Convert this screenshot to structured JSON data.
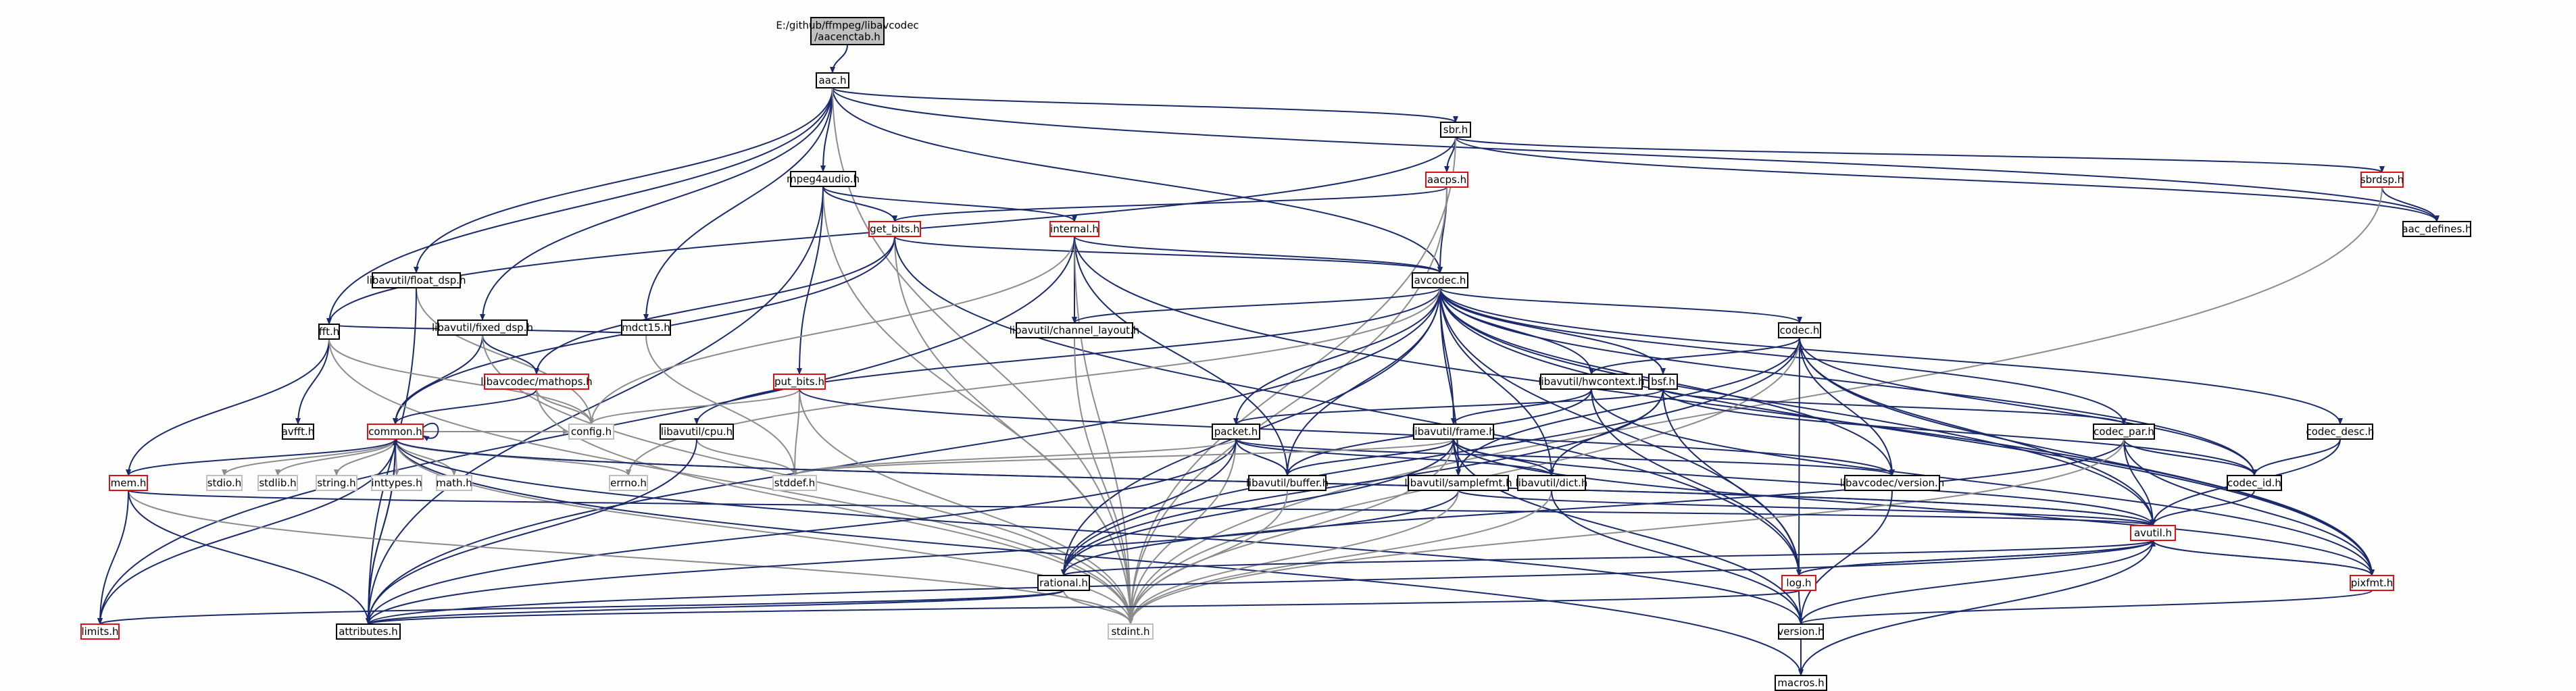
{
  "diagram": {
    "colors": {
      "edge": "#1a2a6c",
      "edge_system": "#8c8c8c",
      "node_border": "#000000",
      "node_border_red": "#e01010",
      "node_border_gray": "#bfbfbf",
      "root_fill": "#bfbfbf",
      "node_fill": "#ffffff",
      "text": "#000000"
    },
    "nodes": [
      {
        "id": "root",
        "label": "E:/github/ffmpeg/libavcodec\n/aacenctab.h",
        "style": "root"
      },
      {
        "id": "aac",
        "label": "aac.h",
        "style": "black"
      },
      {
        "id": "sbr",
        "label": "sbr.h",
        "style": "black"
      },
      {
        "id": "mpeg4audio",
        "label": "mpeg4audio.h",
        "style": "black"
      },
      {
        "id": "aacps",
        "label": "aacps.h",
        "style": "red"
      },
      {
        "id": "sbrdsp",
        "label": "sbrdsp.h",
        "style": "red"
      },
      {
        "id": "aac_defines",
        "label": "aac_defines.h",
        "style": "black"
      },
      {
        "id": "get_bits",
        "label": "get_bits.h",
        "style": "red"
      },
      {
        "id": "internal",
        "label": "internal.h",
        "style": "red"
      },
      {
        "id": "float_dsp",
        "label": "libavutil/float_dsp.h",
        "style": "black"
      },
      {
        "id": "avcodec",
        "label": "avcodec.h",
        "style": "black"
      },
      {
        "id": "fixed_dsp",
        "label": "libavutil/fixed_dsp.h",
        "style": "black"
      },
      {
        "id": "mdct15",
        "label": "mdct15.h",
        "style": "black"
      },
      {
        "id": "channel_layout",
        "label": "libavutil/channel_layout.h",
        "style": "black"
      },
      {
        "id": "codec",
        "label": "codec.h",
        "style": "black"
      },
      {
        "id": "fft",
        "label": "fft.h",
        "style": "black"
      },
      {
        "id": "mathops",
        "label": "libavcodec/mathops.h",
        "style": "red"
      },
      {
        "id": "put_bits",
        "label": "put_bits.h",
        "style": "red"
      },
      {
        "id": "hwcontext",
        "label": "libavutil/hwcontext.h",
        "style": "black"
      },
      {
        "id": "bsf",
        "label": "bsf.h",
        "style": "black"
      },
      {
        "id": "avfft",
        "label": "avfft.h",
        "style": "black"
      },
      {
        "id": "config",
        "label": "config.h",
        "style": "gray"
      },
      {
        "id": "common",
        "label": "common.h",
        "style": "red"
      },
      {
        "id": "cpu",
        "label": "libavutil/cpu.h",
        "style": "black"
      },
      {
        "id": "packet",
        "label": "packet.h",
        "style": "black"
      },
      {
        "id": "frame",
        "label": "libavutil/frame.h",
        "style": "black"
      },
      {
        "id": "codec_par",
        "label": "codec_par.h",
        "style": "black"
      },
      {
        "id": "codec_desc",
        "label": "codec_desc.h",
        "style": "black"
      },
      {
        "id": "mem",
        "label": "mem.h",
        "style": "red"
      },
      {
        "id": "stdio",
        "label": "stdio.h",
        "style": "gray"
      },
      {
        "id": "stdlib",
        "label": "stdlib.h",
        "style": "gray"
      },
      {
        "id": "string",
        "label": "string.h",
        "style": "gray"
      },
      {
        "id": "inttypes",
        "label": "inttypes.h",
        "style": "gray"
      },
      {
        "id": "math",
        "label": "math.h",
        "style": "gray"
      },
      {
        "id": "errno",
        "label": "errno.h",
        "style": "gray"
      },
      {
        "id": "stddef",
        "label": "stddef.h",
        "style": "gray"
      },
      {
        "id": "buffer",
        "label": "libavutil/buffer.h",
        "style": "black"
      },
      {
        "id": "samplefmt",
        "label": "libavutil/samplefmt.h",
        "style": "black"
      },
      {
        "id": "dict",
        "label": "libavutil/dict.h",
        "style": "black"
      },
      {
        "id": "avcodec_version",
        "label": "libavcodec/version.h",
        "style": "black"
      },
      {
        "id": "codec_id",
        "label": "codec_id.h",
        "style": "black"
      },
      {
        "id": "avutil",
        "label": "avutil.h",
        "style": "red"
      },
      {
        "id": "rational",
        "label": "rational.h",
        "style": "black"
      },
      {
        "id": "log",
        "label": "log.h",
        "style": "red"
      },
      {
        "id": "pixfmt",
        "label": "pixfmt.h",
        "style": "red"
      },
      {
        "id": "limits",
        "label": "limits.h",
        "style": "red"
      },
      {
        "id": "attributes",
        "label": "attributes.h",
        "style": "black"
      },
      {
        "id": "stdint",
        "label": "stdint.h",
        "style": "gray"
      },
      {
        "id": "version",
        "label": "version.h",
        "style": "black"
      },
      {
        "id": "macros",
        "label": "macros.h",
        "style": "black"
      }
    ],
    "edges": [
      [
        "root",
        "aac"
      ],
      [
        "aac",
        "sbr"
      ],
      [
        "aac",
        "mpeg4audio"
      ],
      [
        "aac",
        "float_dsp"
      ],
      [
        "aac",
        "fixed_dsp"
      ],
      [
        "aac",
        "mdct15"
      ],
      [
        "aac",
        "fft"
      ],
      [
        "aac",
        "avcodec"
      ],
      [
        "aac",
        "aac_defines"
      ],
      [
        "aac",
        "stdint"
      ],
      [
        "sbr",
        "aacps"
      ],
      [
        "sbr",
        "sbrdsp"
      ],
      [
        "sbr",
        "fft"
      ],
      [
        "sbr",
        "aac_defines"
      ],
      [
        "sbr",
        "stdint"
      ],
      [
        "aacps",
        "get_bits"
      ],
      [
        "aacps",
        "avcodec"
      ],
      [
        "aacps",
        "stdint"
      ],
      [
        "sbrdsp",
        "aac_defines"
      ],
      [
        "sbrdsp",
        "stdint"
      ],
      [
        "mpeg4audio",
        "get_bits"
      ],
      [
        "mpeg4audio",
        "internal"
      ],
      [
        "mpeg4audio",
        "put_bits"
      ],
      [
        "mpeg4audio",
        "stdint"
      ],
      [
        "mpeg4audio",
        "attributes"
      ],
      [
        "get_bits",
        "avcodec"
      ],
      [
        "get_bits",
        "mathops"
      ],
      [
        "get_bits",
        "common"
      ],
      [
        "get_bits",
        "stdint"
      ],
      [
        "get_bits",
        "log"
      ],
      [
        "internal",
        "avcodec"
      ],
      [
        "internal",
        "channel_layout"
      ],
      [
        "internal",
        "buffer"
      ],
      [
        "internal",
        "config"
      ],
      [
        "internal",
        "pixfmt"
      ],
      [
        "internal",
        "stdint"
      ],
      [
        "internal",
        "limits"
      ],
      [
        "float_dsp",
        "config"
      ],
      [
        "float_dsp",
        "attributes"
      ],
      [
        "fixed_dsp",
        "common"
      ],
      [
        "fixed_dsp",
        "mathops"
      ],
      [
        "fixed_dsp",
        "stdint"
      ],
      [
        "mdct15",
        "fft"
      ],
      [
        "mdct15",
        "stddef"
      ],
      [
        "fft",
        "avfft"
      ],
      [
        "fft",
        "config"
      ],
      [
        "fft",
        "mem"
      ],
      [
        "fft",
        "stdint"
      ],
      [
        "avcodec",
        "codec"
      ],
      [
        "avcodec",
        "channel_layout"
      ],
      [
        "avcodec",
        "hwcontext"
      ],
      [
        "avcodec",
        "bsf"
      ],
      [
        "avcodec",
        "cpu"
      ],
      [
        "avcodec",
        "packet"
      ],
      [
        "avcodec",
        "frame"
      ],
      [
        "avcodec",
        "codec_par"
      ],
      [
        "avcodec",
        "codec_desc"
      ],
      [
        "avcodec",
        "buffer"
      ],
      [
        "avcodec",
        "samplefmt"
      ],
      [
        "avcodec",
        "dict"
      ],
      [
        "avcodec",
        "avcodec_version"
      ],
      [
        "avcodec",
        "codec_id"
      ],
      [
        "avcodec",
        "avutil"
      ],
      [
        "avcodec",
        "rational"
      ],
      [
        "avcodec",
        "log"
      ],
      [
        "avcodec",
        "pixfmt"
      ],
      [
        "avcodec",
        "attributes"
      ],
      [
        "avcodec",
        "errno"
      ],
      [
        "channel_layout",
        "stdint"
      ],
      [
        "codec",
        "codec_id"
      ],
      [
        "codec",
        "avutil"
      ],
      [
        "codec",
        "rational"
      ],
      [
        "codec",
        "log"
      ],
      [
        "codec",
        "hwcontext"
      ],
      [
        "codec",
        "avcodec_version"
      ],
      [
        "codec",
        "stdint"
      ],
      [
        "codec",
        "samplefmt"
      ],
      [
        "codec",
        "pixfmt"
      ],
      [
        "hwcontext",
        "buffer"
      ],
      [
        "hwcontext",
        "frame"
      ],
      [
        "hwcontext",
        "log"
      ],
      [
        "hwcontext",
        "pixfmt"
      ],
      [
        "bsf",
        "packet"
      ],
      [
        "bsf",
        "codec_par"
      ],
      [
        "bsf",
        "codec_id"
      ],
      [
        "bsf",
        "dict"
      ],
      [
        "bsf",
        "log"
      ],
      [
        "bsf",
        "rational"
      ],
      [
        "mathops",
        "common"
      ],
      [
        "mathops",
        "config"
      ],
      [
        "mathops",
        "stdint"
      ],
      [
        "put_bits",
        "stdint"
      ],
      [
        "put_bits",
        "stddef"
      ],
      [
        "put_bits",
        "config"
      ],
      [
        "put_bits",
        "avcodec_version"
      ],
      [
        "common",
        "stdio"
      ],
      [
        "common",
        "stdlib"
      ],
      [
        "common",
        "string"
      ],
      [
        "common",
        "inttypes"
      ],
      [
        "common",
        "math"
      ],
      [
        "common",
        "errno"
      ],
      [
        "common",
        "config"
      ],
      [
        "common",
        "mem"
      ],
      [
        "common",
        "limits"
      ],
      [
        "common",
        "attributes"
      ],
      [
        "common",
        "macros"
      ],
      [
        "common",
        "version"
      ],
      [
        "common",
        "stdint"
      ],
      [
        "common",
        "avutil"
      ],
      [
        "common",
        "common"
      ],
      [
        "cpu",
        "stddef"
      ],
      [
        "cpu",
        "attributes"
      ],
      [
        "packet",
        "stddef"
      ],
      [
        "packet",
        "stdint"
      ],
      [
        "packet",
        "attributes"
      ],
      [
        "packet",
        "buffer"
      ],
      [
        "packet",
        "dict"
      ],
      [
        "packet",
        "rational"
      ],
      [
        "packet",
        "avcodec_version"
      ],
      [
        "frame",
        "stddef"
      ],
      [
        "frame",
        "stdint"
      ],
      [
        "frame",
        "avutil"
      ],
      [
        "frame",
        "buffer"
      ],
      [
        "frame",
        "dict"
      ],
      [
        "frame",
        "rational"
      ],
      [
        "frame",
        "samplefmt"
      ],
      [
        "frame",
        "pixfmt"
      ],
      [
        "frame",
        "version"
      ],
      [
        "codec_par",
        "avutil"
      ],
      [
        "codec_par",
        "rational"
      ],
      [
        "codec_par",
        "pixfmt"
      ],
      [
        "codec_par",
        "codec_id"
      ],
      [
        "codec_par",
        "stdint"
      ],
      [
        "codec_desc",
        "codec_id"
      ],
      [
        "codec_desc",
        "avutil"
      ],
      [
        "mem",
        "limits"
      ],
      [
        "mem",
        "stdint"
      ],
      [
        "mem",
        "attributes"
      ],
      [
        "mem",
        "avutil"
      ],
      [
        "buffer",
        "stdint"
      ],
      [
        "samplefmt",
        "avutil"
      ],
      [
        "samplefmt",
        "attributes"
      ],
      [
        "samplefmt",
        "stdint"
      ],
      [
        "dict",
        "stdint"
      ],
      [
        "dict",
        "version"
      ],
      [
        "avcodec_version",
        "version"
      ],
      [
        "codec_id",
        "avutil"
      ],
      [
        "avutil",
        "common"
      ],
      [
        "avutil",
        "rational"
      ],
      [
        "avutil",
        "log"
      ],
      [
        "avutil",
        "pixfmt"
      ],
      [
        "avutil",
        "version"
      ],
      [
        "avutil",
        "macros"
      ],
      [
        "avutil",
        "attributes"
      ],
      [
        "rational",
        "stdint"
      ],
      [
        "rational",
        "limits"
      ],
      [
        "rational",
        "attributes"
      ],
      [
        "log",
        "avutil"
      ],
      [
        "log",
        "attributes"
      ],
      [
        "log",
        "version"
      ],
      [
        "pixfmt",
        "avutil"
      ],
      [
        "pixfmt",
        "version"
      ],
      [
        "attributes",
        "common"
      ],
      [
        "version",
        "macros"
      ]
    ]
  }
}
